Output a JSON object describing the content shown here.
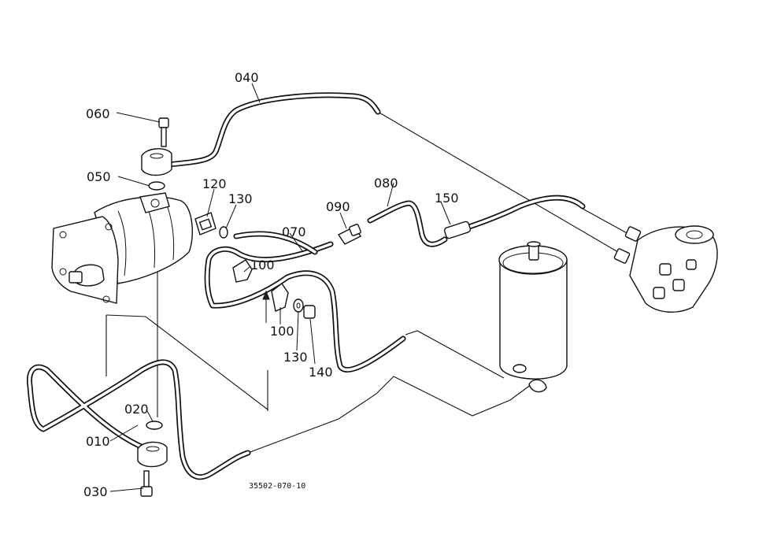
{
  "labels": {
    "l010": "010",
    "l020": "020",
    "l030": "030",
    "l040": "040",
    "l050": "050",
    "l060": "060",
    "l070": "070",
    "l080": "080",
    "l090": "090",
    "l100a": "100",
    "l100b": "100",
    "l120": "120",
    "l130a": "130",
    "l130b": "130",
    "l140": "140",
    "l150": "150"
  },
  "drawing_code": "35502-070-10"
}
